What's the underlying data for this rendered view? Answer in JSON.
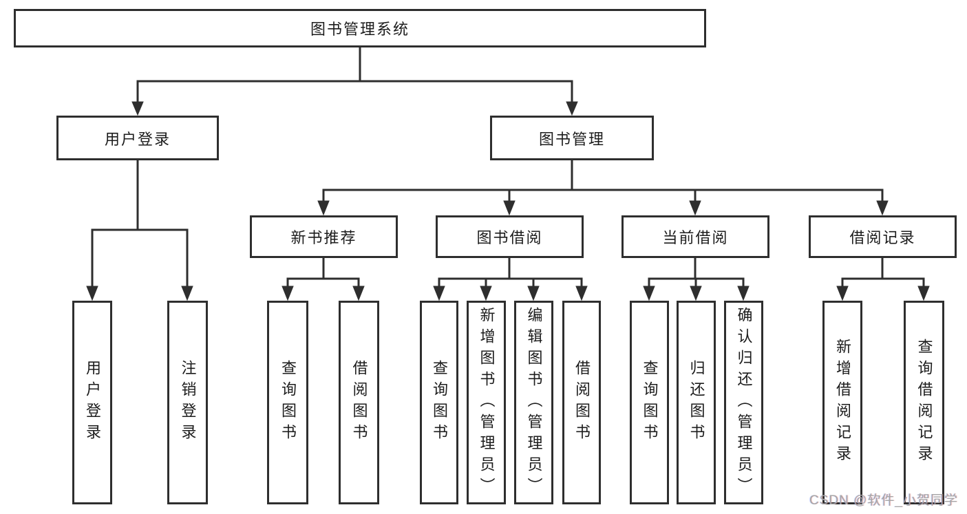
{
  "diagram_type": "hierarchy-tree",
  "tree": {
    "label": "图书管理系统",
    "children": [
      {
        "label": "用户登录",
        "children": [
          {
            "label": "用户登录"
          },
          {
            "label": "注销登录"
          }
        ]
      },
      {
        "label": "图书管理",
        "children": [
          {
            "label": "新书推荐",
            "children": [
              {
                "label": "查询图书"
              },
              {
                "label": "借阅图书"
              }
            ]
          },
          {
            "label": "图书借阅",
            "children": [
              {
                "label": "查询图书"
              },
              {
                "label": "新增图书（管理员）"
              },
              {
                "label": "编辑图书（管理员）"
              },
              {
                "label": "借阅图书"
              }
            ]
          },
          {
            "label": "当前借阅",
            "children": [
              {
                "label": "查询图书"
              },
              {
                "label": "归还图书"
              },
              {
                "label": "确认归还（管理员）"
              }
            ]
          },
          {
            "label": "借阅记录",
            "children": [
              {
                "label": "新增借阅记录"
              },
              {
                "label": "查询借阅记录"
              }
            ]
          }
        ]
      }
    ]
  },
  "watermark": {
    "text": "CSDN @软件_小贺同学"
  },
  "colors": {
    "line": "#2e2e2e",
    "box_border": "#2e2e2e",
    "text": "#1c1c1c",
    "background": "#ffffff",
    "watermark": "#a6a6a6"
  }
}
